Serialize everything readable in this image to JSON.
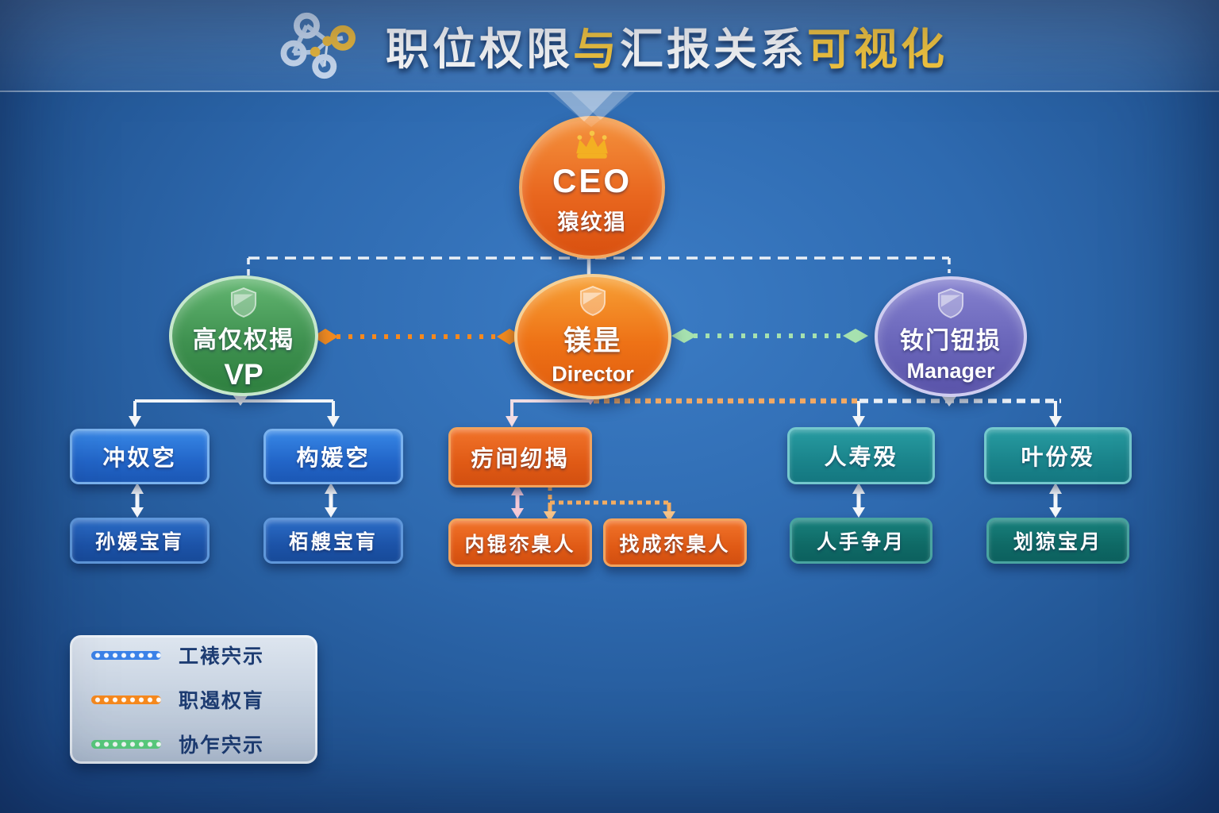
{
  "header": {
    "logo_icon": "network-graph-icon",
    "title_parts": [
      {
        "text": "职位权限",
        "color": "#fdfdfd"
      },
      {
        "text": "与",
        "color": "#f7c83f"
      },
      {
        "text": "汇报关系",
        "color": "#fdfdfd"
      },
      {
        "text": "可视化",
        "color": "#f7c83f"
      }
    ]
  },
  "nodes": {
    "ceo": {
      "icon": "crown-icon",
      "title": "CEO",
      "subtitle": "猿纹猖"
    },
    "vp": {
      "icon": "shield-icon",
      "line1": "高仅权揭",
      "line2": "VP"
    },
    "director": {
      "icon": "shield-icon",
      "line1": "镁昰",
      "line2": "Director"
    },
    "manager": {
      "icon": "shield-icon",
      "line1": "钕门钮损",
      "line2": "Manager"
    },
    "vp_children": [
      {
        "label": "冲奴穵"
      },
      {
        "label": "构媛穵"
      }
    ],
    "vp_grandchildren": [
      {
        "label": "孙媛宝肓"
      },
      {
        "label": "栢艘宝肓"
      }
    ],
    "director_child": {
      "label": "疠间纫揭"
    },
    "director_grandchildren": [
      {
        "label": "内锟夵臬人"
      },
      {
        "label": "找成夵臬人"
      }
    ],
    "manager_children": [
      {
        "label": "人寿殁"
      },
      {
        "label": "叶份殁"
      }
    ],
    "manager_grandchildren": [
      {
        "label": "人手争月"
      },
      {
        "label": "划猄宝月"
      }
    ]
  },
  "legend": {
    "items": [
      {
        "label": "工裱宍示",
        "line_color": "#3b82e8",
        "line_style": "dotted"
      },
      {
        "label": "职遏权肓",
        "line_color": "#f6891e",
        "line_style": "dotted"
      },
      {
        "label": "协乍宍示",
        "line_color": "#5bcf7e",
        "line_style": "dotted"
      }
    ]
  },
  "colors": {
    "background": "#2e6ab0",
    "ceo_node": "#e9671f",
    "vp_node": "#3f9150",
    "director_node": "#ee7216",
    "manager_node": "#6a66ba",
    "blue_box": "#2265c8",
    "orange_box": "#e05a15",
    "teal_box": "#1a848b",
    "title_yellow": "#f7c83f",
    "legend_panel": "#c3cfde"
  }
}
